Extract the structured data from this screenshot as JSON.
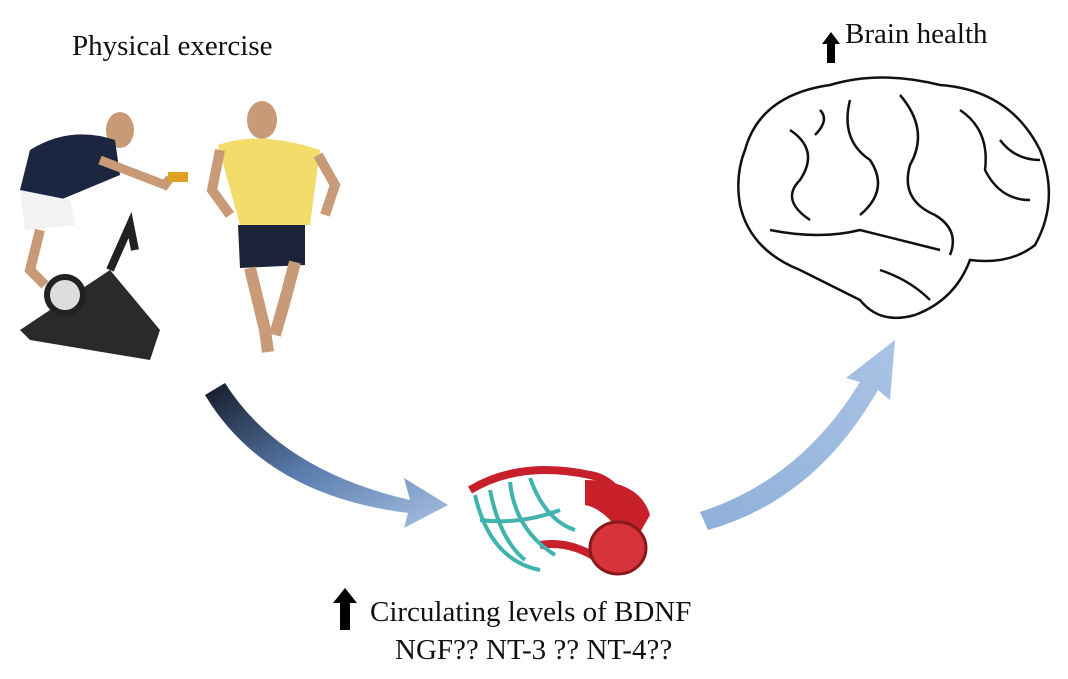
{
  "labels": {
    "exercise": "Physical exercise",
    "brain": "Brain health",
    "circulating": "Circulating levels of BDNF",
    "neurotrophins": "NGF?? NT-3 ?? NT-4??"
  },
  "colors": {
    "arrow_dark": "#1a2233",
    "arrow_light": "#9ab8de",
    "vessel_red": "#c8202a",
    "capillary_teal": "#3fb3ac"
  }
}
